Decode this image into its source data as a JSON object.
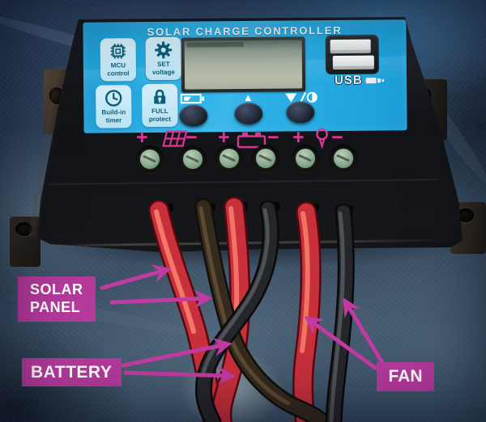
{
  "scene": {
    "description": "Photograph of a solar charge controller wired up, lying on dark blue fabric, with annotation labels pointing at the wire pairs"
  },
  "device": {
    "title": "SOLAR CHARGE CONTROLLER",
    "feature_badges": [
      {
        "icon": "chip-icon",
        "line1": "MCU",
        "line2": "control"
      },
      {
        "icon": "gear-icon",
        "line1": "SET",
        "line2": "voltage"
      },
      {
        "icon": "clock-icon",
        "line1": "Build-in",
        "line2": "timer"
      },
      {
        "icon": "lock-icon",
        "line1": "FULL",
        "line2": "protect"
      }
    ],
    "buttons": {
      "up_symbol": "▲"
    },
    "usb": {
      "label": "USB",
      "port_count": 2
    },
    "terminals": {
      "groups": [
        {
          "positive": "+",
          "icon": "solar-panel-icon",
          "negative": "−"
        },
        {
          "positive": "+",
          "icon": "battery-icon",
          "negative": "−"
        },
        {
          "positive": "+",
          "icon": "lamp-icon",
          "negative": "−"
        }
      ]
    }
  },
  "annotations": {
    "solar": {
      "line1": "SOLAR",
      "line2": "PANEL"
    },
    "battery": {
      "label": "BATTERY"
    },
    "fan": {
      "label": "FAN"
    }
  },
  "colors": {
    "faceplate_blue": "#29ade4",
    "badge_teal": "#0d5e78",
    "terminal_pink": "#d93697",
    "annotation_magenta": "#b43a9c",
    "wire_red": "#c8303c",
    "wire_black": "#222428",
    "fabric_blue": "#35495e"
  }
}
